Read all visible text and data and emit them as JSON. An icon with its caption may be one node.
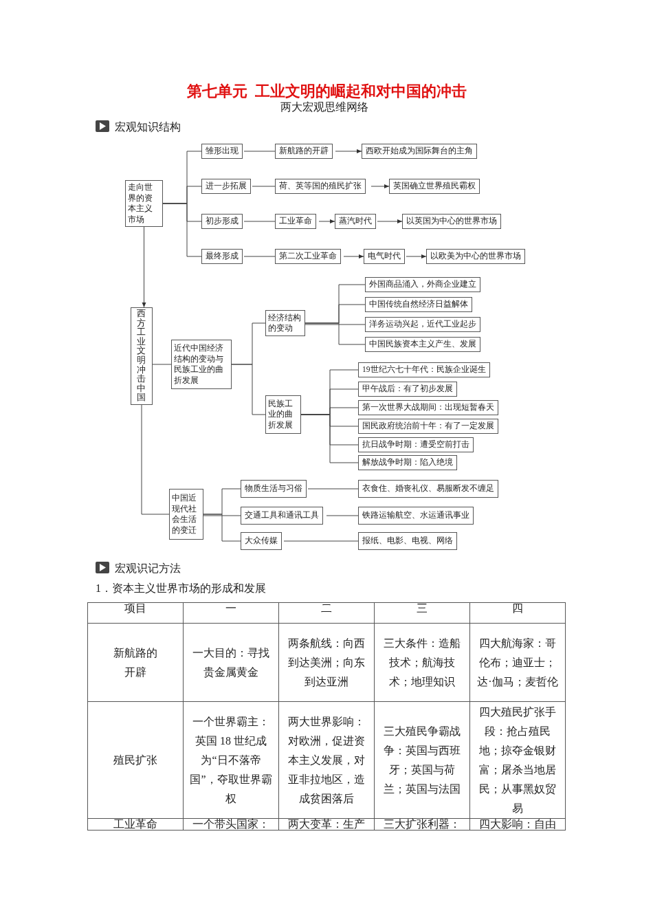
{
  "diagram": {
    "title": "第七单元  工业文明的崛起和对中国的冲击",
    "nodes": [
      {
        "text": [
          "走向世界的资本主义市场"
        ]
      },
      {
        "text": [
          "雏形出现"
        ]
      },
      {
        "text": [
          "新航路的开辟"
        ]
      },
      {
        "text": [
          "西欧开始成为国际舞台的主角"
        ]
      },
      {
        "text": [
          "进一步拓展"
        ]
      },
      {
        "text": [
          "荷、英等国的殖民扩张"
        ]
      },
      {
        "text": [
          "英国确立世界殖民霸权"
        ]
      },
      {
        "text": [
          "初步形成"
        ]
      },
      {
        "text": [
          "工业革命"
        ]
      },
      {
        "text": [
          "蒸汽时代"
        ]
      },
      {
        "text": [
          "以英国为中心的世界市场"
        ]
      },
      {
        "text": [
          "最终形成"
        ]
      },
      {
        "text": [
          "第二次工业革命"
        ]
      },
      {
        "text": [
          "电气时代"
        ]
      },
      {
        "text": [
          "以欧美为中心的世界市场"
        ]
      },
      {
        "text": [
          "西方工业文明冲击中国"
        ]
      },
      {
        "text": [
          "近代中国经济结构的变动与民族工业的曲折发展"
        ]
      },
      {
        "text": [
          "经济结构的变动"
        ]
      },
      {
        "text": [
          "外国商品涌入，外商企业建立"
        ]
      },
      {
        "text": [
          "中国传统自然经济日益解体"
        ]
      },
      {
        "text": [
          "洋务运动兴起，近代工业起步"
        ]
      },
      {
        "text": [
          "中国民族资本主义产生、发展"
        ]
      },
      {
        "text": [
          "民族工业的曲折发展"
        ]
      },
      {
        "text": [
          "19世纪六七十年代：民族企业诞生"
        ]
      },
      {
        "text": [
          "甲午战后：有了初步发展"
        ]
      },
      {
        "text": [
          "第一次世界大战期间：出现短暂春天"
        ]
      },
      {
        "text": [
          "国民政府统治前十年：有了一定发展"
        ]
      },
      {
        "text": [
          "抗日战争时期：遭受空前打击"
        ]
      },
      {
        "text": [
          "解放战争时期：陷入绝境"
        ]
      },
      {
        "text": [
          "中国近现代社会生活的变迁"
        ]
      },
      {
        "text": [
          "物质生活与习俗"
        ]
      },
      {
        "text": [
          "交通工具和通讯工具"
        ]
      },
      {
        "text": [
          "大众传媒"
        ]
      },
      {
        "text": [
          "衣食住、婚丧礼仪、易服断发不缠足"
        ]
      },
      {
        "text": [
          "铁路运输航空、水运通讯事业"
        ]
      },
      {
        "text": [
          "报纸、电影、电视、网络"
        ]
      }
    ],
    "edges": [
      {
        "from": 0,
        "to": 1,
        "arrow": "none"
      },
      {
        "from": 0,
        "to": 4,
        "arrow": "none"
      },
      {
        "from": 0,
        "to": 7,
        "arrow": "none"
      },
      {
        "from": 0,
        "to": 11,
        "arrow": "none"
      },
      {
        "from": 1,
        "to": 2,
        "arrow": "none"
      },
      {
        "from": 2,
        "to": 3,
        "arrow": "to"
      },
      {
        "from": 4,
        "to": 5,
        "arrow": "none"
      },
      {
        "from": 5,
        "to": 6,
        "arrow": "to"
      },
      {
        "from": 7,
        "to": 8,
        "arrow": "none"
      },
      {
        "from": 8,
        "to": 9,
        "arrow": "to"
      },
      {
        "from": 9,
        "to": 10,
        "arrow": "to"
      },
      {
        "from": 11,
        "to": 12,
        "arrow": "none"
      },
      {
        "from": 12,
        "to": 13,
        "arrow": "to"
      },
      {
        "from": 13,
        "to": 14,
        "arrow": "to"
      },
      {
        "from": 0,
        "to": 15,
        "arrow": "to"
      },
      {
        "from": 15,
        "to": 16,
        "arrow": "none"
      },
      {
        "from": 15,
        "to": 29,
        "arrow": "none"
      },
      {
        "from": 16,
        "to": 17,
        "arrow": "none"
      },
      {
        "from": 16,
        "to": 22,
        "arrow": "none"
      },
      {
        "from": 17,
        "to": 18,
        "arrow": "none"
      },
      {
        "from": 17,
        "to": 19,
        "arrow": "none"
      },
      {
        "from": 17,
        "to": 20,
        "arrow": "none"
      },
      {
        "from": 17,
        "to": 21,
        "arrow": "none"
      },
      {
        "from": 22,
        "to": 23,
        "arrow": "none"
      },
      {
        "from": 22,
        "to": 24,
        "arrow": "none"
      },
      {
        "from": 22,
        "to": 25,
        "arrow": "none"
      },
      {
        "from": 22,
        "to": 26,
        "arrow": "none"
      },
      {
        "from": 22,
        "to": 27,
        "arrow": "none"
      },
      {
        "from": 22,
        "to": 28,
        "arrow": "none"
      },
      {
        "from": 29,
        "to": 30,
        "arrow": "none"
      },
      {
        "from": 29,
        "to": 31,
        "arrow": "none"
      },
      {
        "from": 29,
        "to": 32,
        "arrow": "none"
      },
      {
        "from": 30,
        "to": 33,
        "arrow": "none"
      },
      {
        "from": 31,
        "to": 34,
        "arrow": "none"
      },
      {
        "from": 32,
        "to": 35,
        "arrow": "none"
      }
    ],
    "labels": [
      "两大宏观思维网络",
      "宏观知识结构",
      "宏观识记方法",
      "1．资本主义世界市场的形成和发展",
      "项目",
      "一",
      "二",
      "三",
      "四",
      "新航路的开辟",
      "一大目的：寻找贵金属黄金",
      "两条航线：向西到达美洲；向东到达亚洲",
      "三大条件：造船技术；航海技术；地理知识",
      "四大航海家：哥伦布；迪亚士；达·伽马；麦哲伦",
      "殖民扩张",
      "一个世界霸主：英国 18 世纪成为“日不落帝国”，夺取世界霸权",
      "两大世界影响：对欧洲，促进资本主义发展，对亚非拉地区，造成贫困落后",
      "三大殖民争霸战争：英国与西班牙；英国与荷兰；英国与法国",
      "四大殖民扩张手段：抢占殖民地；掠夺金银财富；屠杀当地居民；从事黑奴贸易",
      "工业革命",
      "一个带头国家：",
      "两大变革：生产",
      "三大扩张利器：",
      "四大影响：自由"
    ]
  }
}
